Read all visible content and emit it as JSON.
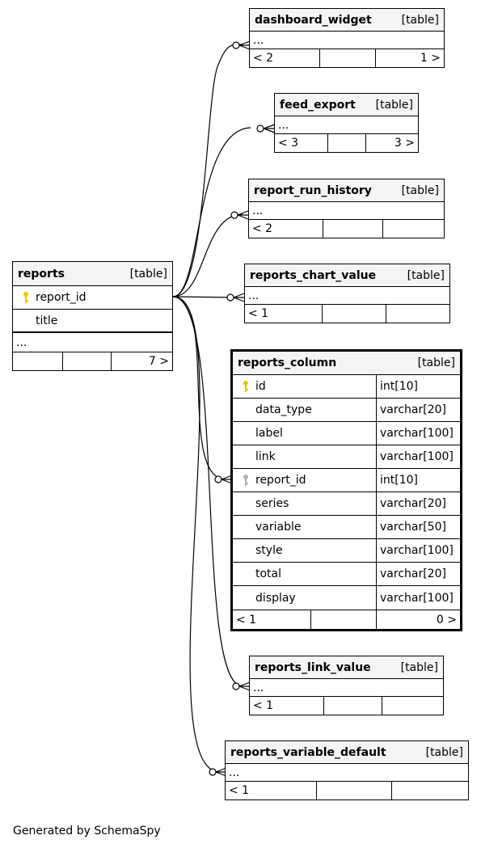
{
  "credit": "Generated by SchemaSpy",
  "table_tag": "[table]",
  "tables": {
    "dashboard_widget": {
      "name": "dashboard_widget",
      "ellipsis": "...",
      "left": "< 2",
      "right": "1 >"
    },
    "feed_export": {
      "name": "feed_export",
      "ellipsis": "...",
      "left": "< 3",
      "right": "3 >"
    },
    "report_run_history": {
      "name": "report_run_history",
      "ellipsis": "...",
      "left": "< 2",
      "right": ""
    },
    "reports_chart_value": {
      "name": "reports_chart_value",
      "ellipsis": "...",
      "left": "< 1",
      "right": ""
    },
    "reports_link_value": {
      "name": "reports_link_value",
      "ellipsis": "...",
      "left": "< 1",
      "right": ""
    },
    "reports_variable_default": {
      "name": "reports_variable_default",
      "ellipsis": "...",
      "left": "< 1",
      "right": ""
    },
    "reports": {
      "name": "reports",
      "columns": [
        "report_id",
        "title"
      ],
      "ellipsis": "...",
      "left": "",
      "right": "7 >"
    },
    "reports_column": {
      "name": "reports_column",
      "columns": [
        {
          "name": "id",
          "type": "int[10]",
          "key": "primary"
        },
        {
          "name": "data_type",
          "type": "varchar[20]",
          "key": ""
        },
        {
          "name": "label",
          "type": "varchar[100]",
          "key": ""
        },
        {
          "name": "link",
          "type": "varchar[100]",
          "key": ""
        },
        {
          "name": "report_id",
          "type": "int[10]",
          "key": "foreign"
        },
        {
          "name": "series",
          "type": "varchar[20]",
          "key": ""
        },
        {
          "name": "variable",
          "type": "varchar[50]",
          "key": ""
        },
        {
          "name": "style",
          "type": "varchar[100]",
          "key": ""
        },
        {
          "name": "total",
          "type": "varchar[20]",
          "key": ""
        },
        {
          "name": "display",
          "type": "varchar[100]",
          "key": ""
        }
      ],
      "left": "< 1",
      "right": "0 >"
    }
  },
  "colors": {
    "primary_key": "#e6c800",
    "foreign_key": "#b0b0b0",
    "header_bg": "#f4f4f4"
  }
}
